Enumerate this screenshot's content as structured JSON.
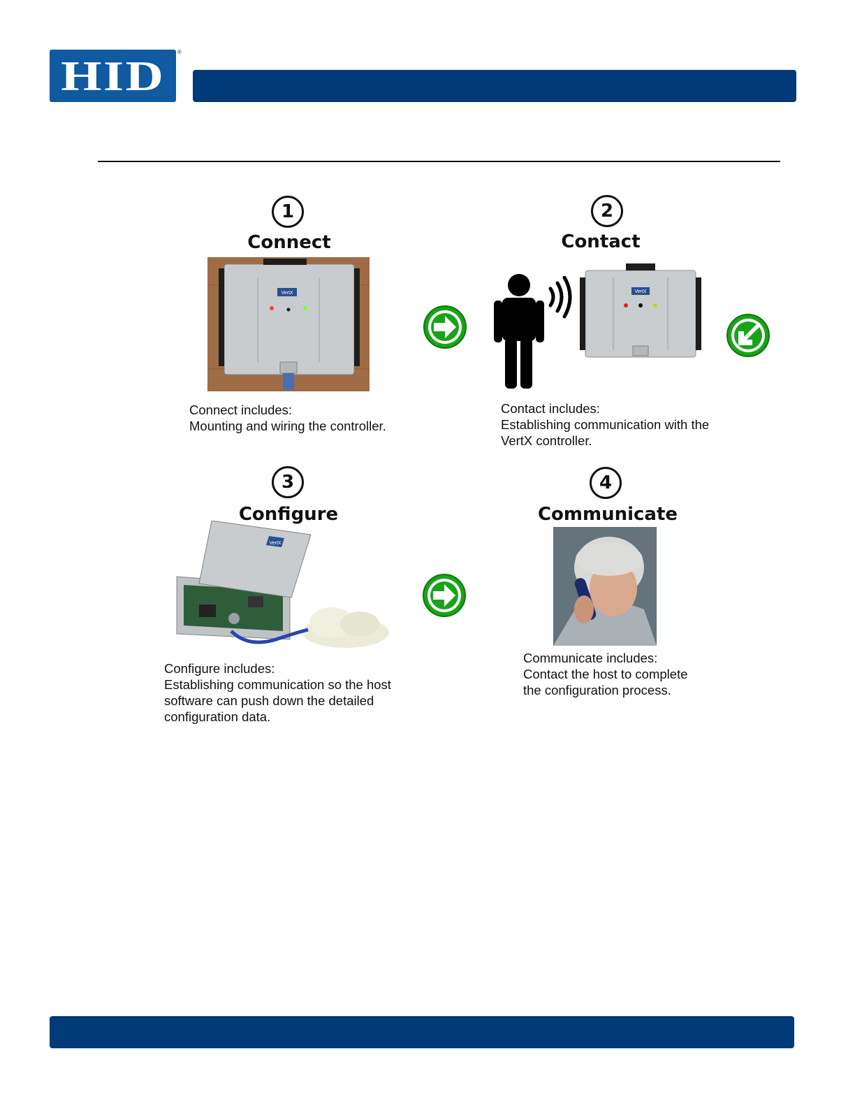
{
  "header": {
    "logo_text": "HID",
    "registered_mark": "®"
  },
  "steps": [
    {
      "number": "1",
      "title": "Connect",
      "desc_lines": [
        "Connect includes:",
        "Mounting and wiring the controller."
      ]
    },
    {
      "number": "2",
      "title": "Contact",
      "desc_lines": [
        "Contact includes:",
        "Establishing communication with the",
        "VertX controller."
      ]
    },
    {
      "number": "3",
      "title": "Configure",
      "desc_lines": [
        "Configure includes:",
        "Establishing communication so the host",
        "software can push down the detailed",
        "configuration data."
      ]
    },
    {
      "number": "4",
      "title": "Communicate",
      "desc_lines": [
        "Communicate includes:",
        "Contact the host to complete",
        "the configuration process."
      ]
    }
  ],
  "controller": {
    "brand_label": "VertX"
  },
  "colors": {
    "brand_blue": "#0f5aa0",
    "bar_blue": "#003a78",
    "arrow_green": "#1aa31a"
  },
  "icons": [
    "right-arrow-icon",
    "down-left-arrow-icon",
    "person-icon",
    "signal-waves-icon"
  ]
}
